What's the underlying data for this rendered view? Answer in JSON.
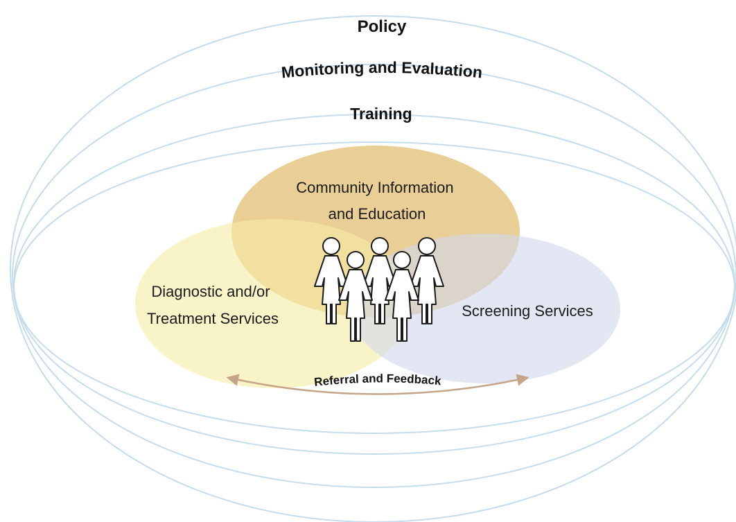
{
  "layers": {
    "policy": "Policy",
    "monitoring": "Monitoring and Evaluation",
    "training": "Training"
  },
  "circles": {
    "community": {
      "line1": "Community Information",
      "line2": "and Education",
      "color": "#e3c079"
    },
    "diagnostic": {
      "line1": "Diagnostic and/or",
      "line2": "Treatment Services",
      "color": "#f6eba6"
    },
    "screening": {
      "label": "Screening Services",
      "color": "#d2d9ec"
    }
  },
  "referral": {
    "label": "Referral and Feedback",
    "color": "#c6a489"
  },
  "ring_color": "#c4dcec",
  "center_icon": "group-of-women-icon"
}
